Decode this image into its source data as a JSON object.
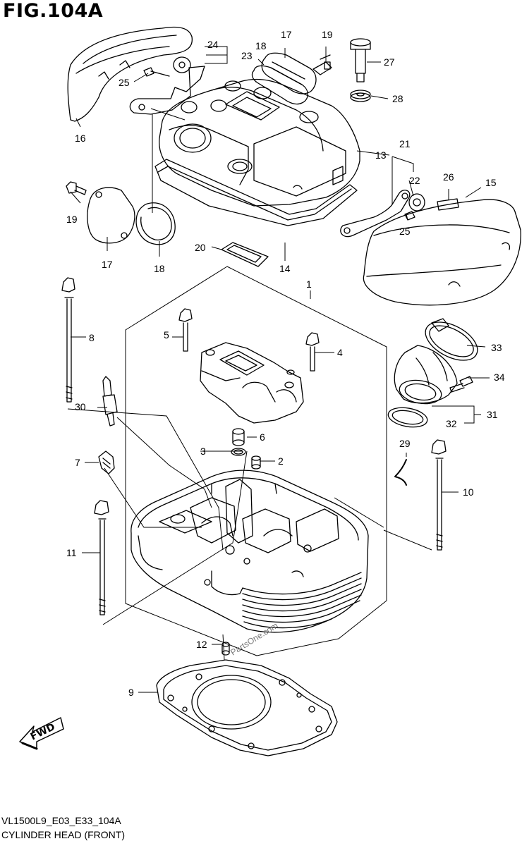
{
  "figure": {
    "title": "FIG.104A",
    "code": "VL1500L9_E03_E33_104A",
    "description": "CYLINDER HEAD (FRONT)",
    "direction_arrow": "FWD",
    "watermark": "PartsOne.com"
  },
  "callouts": [
    "24",
    "25",
    "16",
    "23",
    "18",
    "17",
    "19",
    "27",
    "28",
    "13",
    "21",
    "22",
    "25",
    "26",
    "15",
    "19",
    "17",
    "18",
    "20",
    "14",
    "1",
    "8",
    "5",
    "4",
    "33",
    "34",
    "30",
    "31",
    "32",
    "6",
    "3",
    "2",
    "7",
    "29",
    "10",
    "11",
    "12",
    "9"
  ]
}
